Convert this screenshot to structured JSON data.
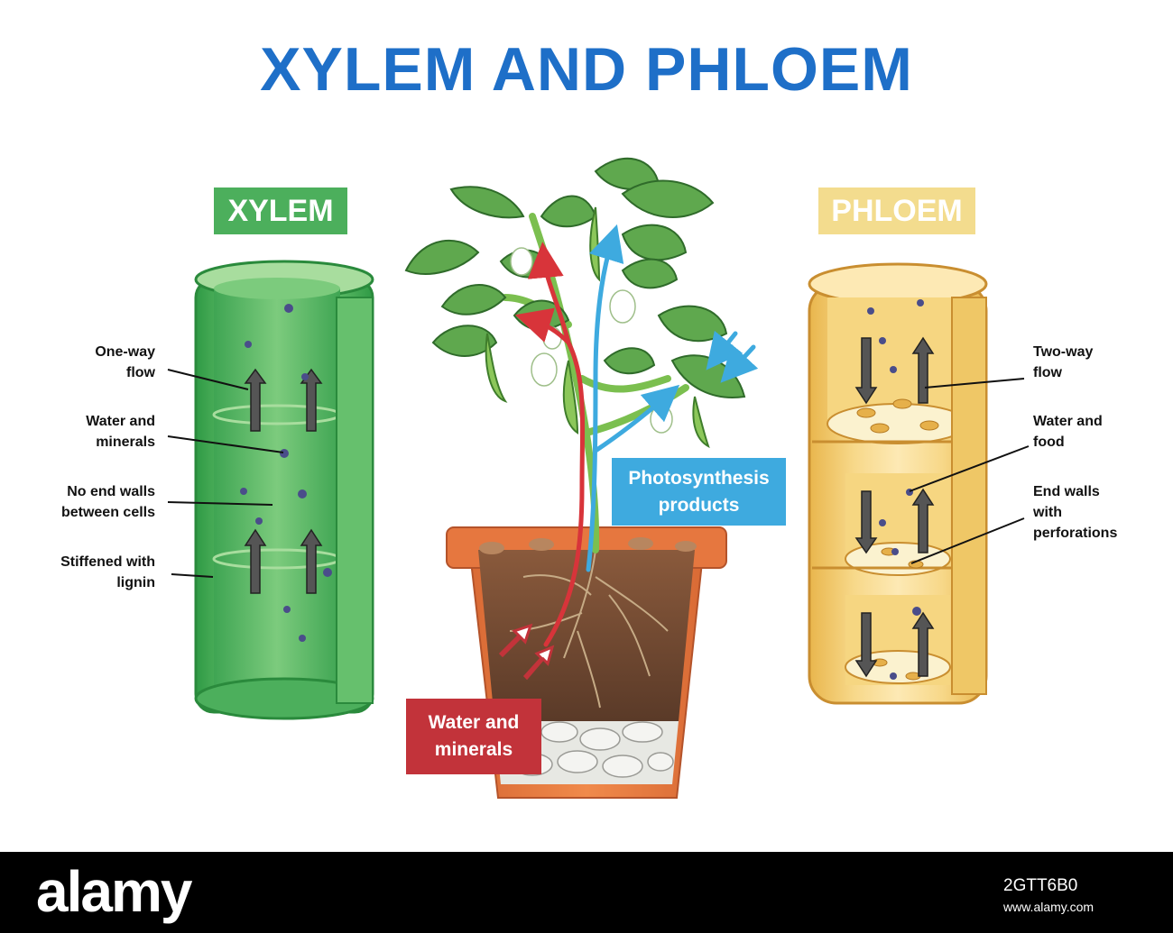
{
  "title": "XYLEM AND PHLOEM",
  "xylem": {
    "label": "XYLEM",
    "color": "#4caf5c",
    "callouts": [
      "One-way\nflow",
      "Water and\nminerals",
      "No end walls\nbetween cells",
      "Stiffened with\nlignin"
    ]
  },
  "phloem": {
    "label": "PHLOEM",
    "color": "#f3dc8e",
    "callouts": [
      "Two-way\nflow",
      "Water and\nfood",
      "End walls\nwith\nperforations"
    ]
  },
  "plant": {
    "photosynthesis_label": "Photosynthesis\nproducts",
    "photosynthesis_color": "#3eaadf",
    "water_label": "Water and\nminerals",
    "water_color": "#c2333a"
  },
  "footer": {
    "logo": "alamy",
    "image_id": "2GTT6B0",
    "watermark": "www.alamy.com"
  }
}
